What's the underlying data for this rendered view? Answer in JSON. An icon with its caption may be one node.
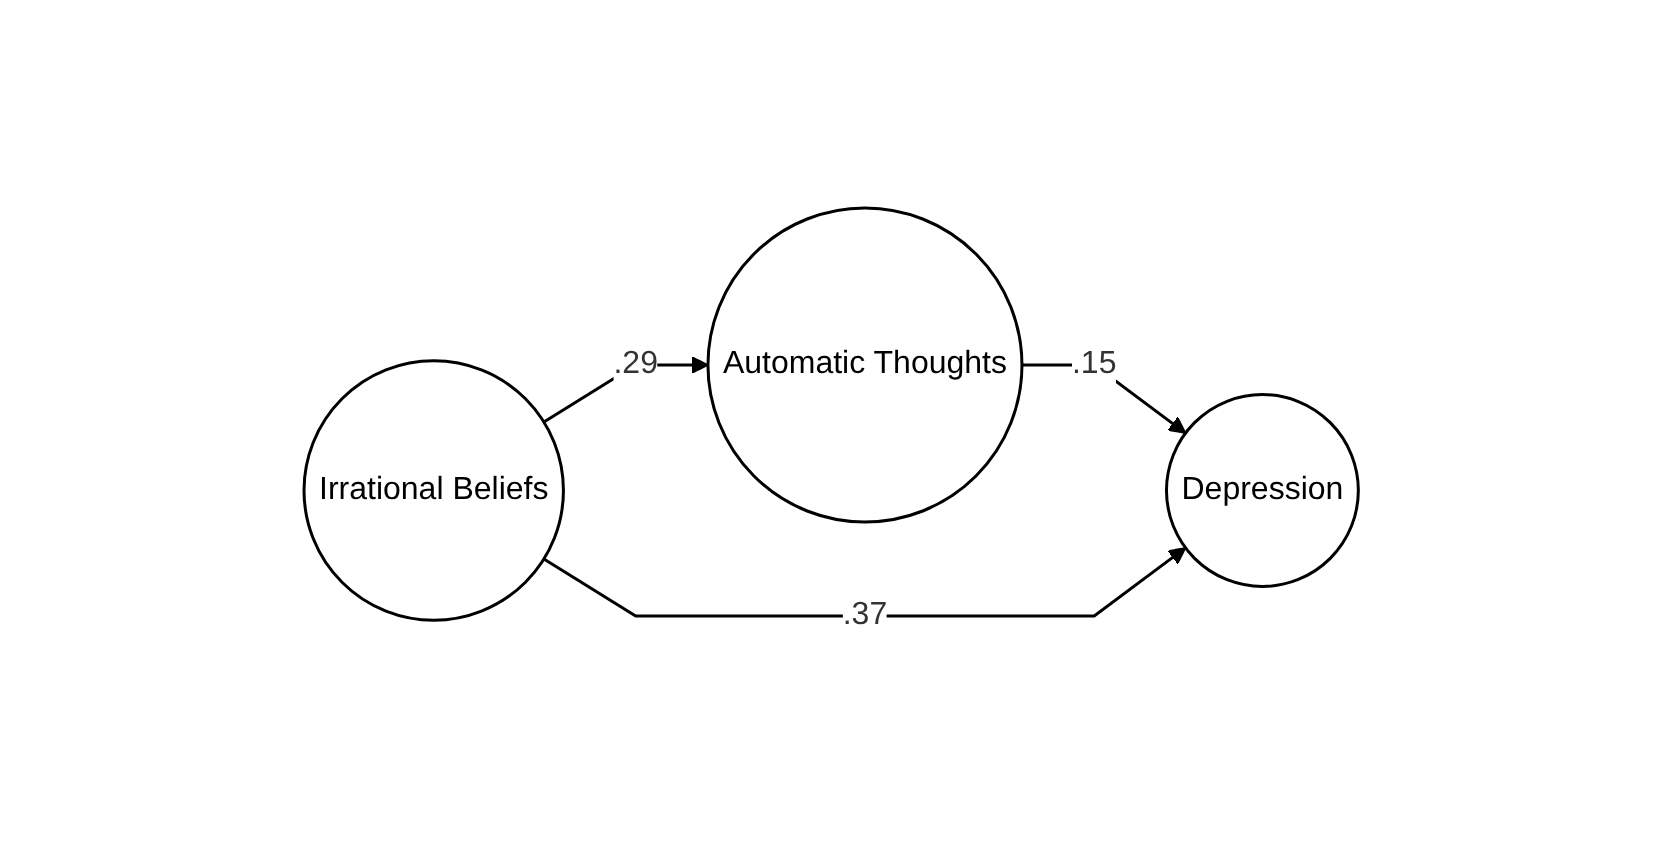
{
  "diagram": {
    "nodes": [
      {
        "text": [
          "Automatic Thoughts"
        ]
      },
      {
        "text": [
          "Irrational Beliefs"
        ]
      },
      {
        "text": [
          "Depression"
        ]
      }
    ],
    "edges": [
      {
        "from": 1,
        "to": 0,
        "arrow": "to",
        "label": ".29"
      },
      {
        "from": 0,
        "to": 2,
        "arrow": "to",
        "label": ".15"
      },
      {
        "from": 1,
        "to": 2,
        "arrow": "to",
        "label": ".37"
      }
    ]
  }
}
